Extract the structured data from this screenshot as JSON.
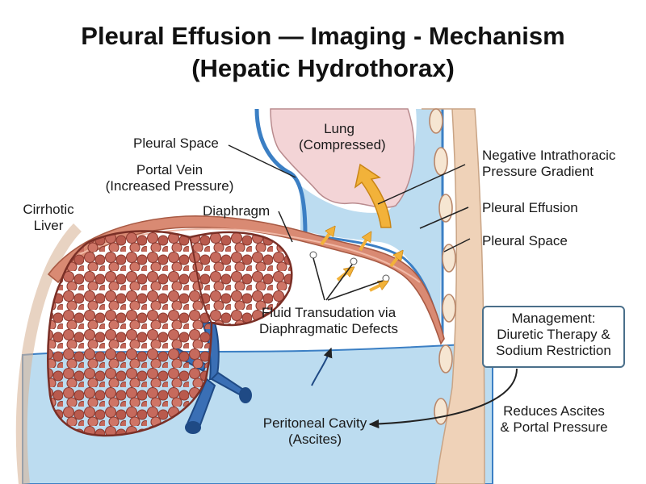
{
  "title": {
    "line1": "Pleural Effusion — Imaging - Mechanism",
    "line2": "(Hepatic Hydrothorax)"
  },
  "labels": {
    "pleural_space_top": "Pleural Space",
    "lung_1": "Lung",
    "lung_2": "(Compressed)",
    "portal_vein_1": "Portal Vein",
    "portal_vein_2": "(Increased Pressure)",
    "cirrhotic_1": "Cirrhotic",
    "cirrhotic_2": "Liver",
    "diaphragm": "Diaphragm",
    "negative_1": "Negative Intrathoracic",
    "negative_2": "Pressure Gradient",
    "pleural_effusion": "Pleural Effusion",
    "pleural_space_right": "Pleural Space",
    "fluid_1": "Fluid Transudation via",
    "fluid_2": "Diaphragmatic Defects",
    "management_1": "Management:",
    "management_2": "Diuretic Therapy &",
    "management_3": "Sodium Restriction",
    "reduces_1": "Reduces Ascites",
    "reduces_2": "& Portal Pressure",
    "peritoneal_1": "Peritoneal Cavity",
    "peritoneal_2": "(Ascites)"
  },
  "colors": {
    "fluid": "#bcdcf0",
    "pleura_line": "#3b7fc4",
    "liver": "#b9584c",
    "portal_vein": "#3a6fb5",
    "lung": "#f3d4d6",
    "chest_wall": "#efd2b8",
    "arrow": "#f2b23a",
    "muscle": "#d98a73"
  }
}
